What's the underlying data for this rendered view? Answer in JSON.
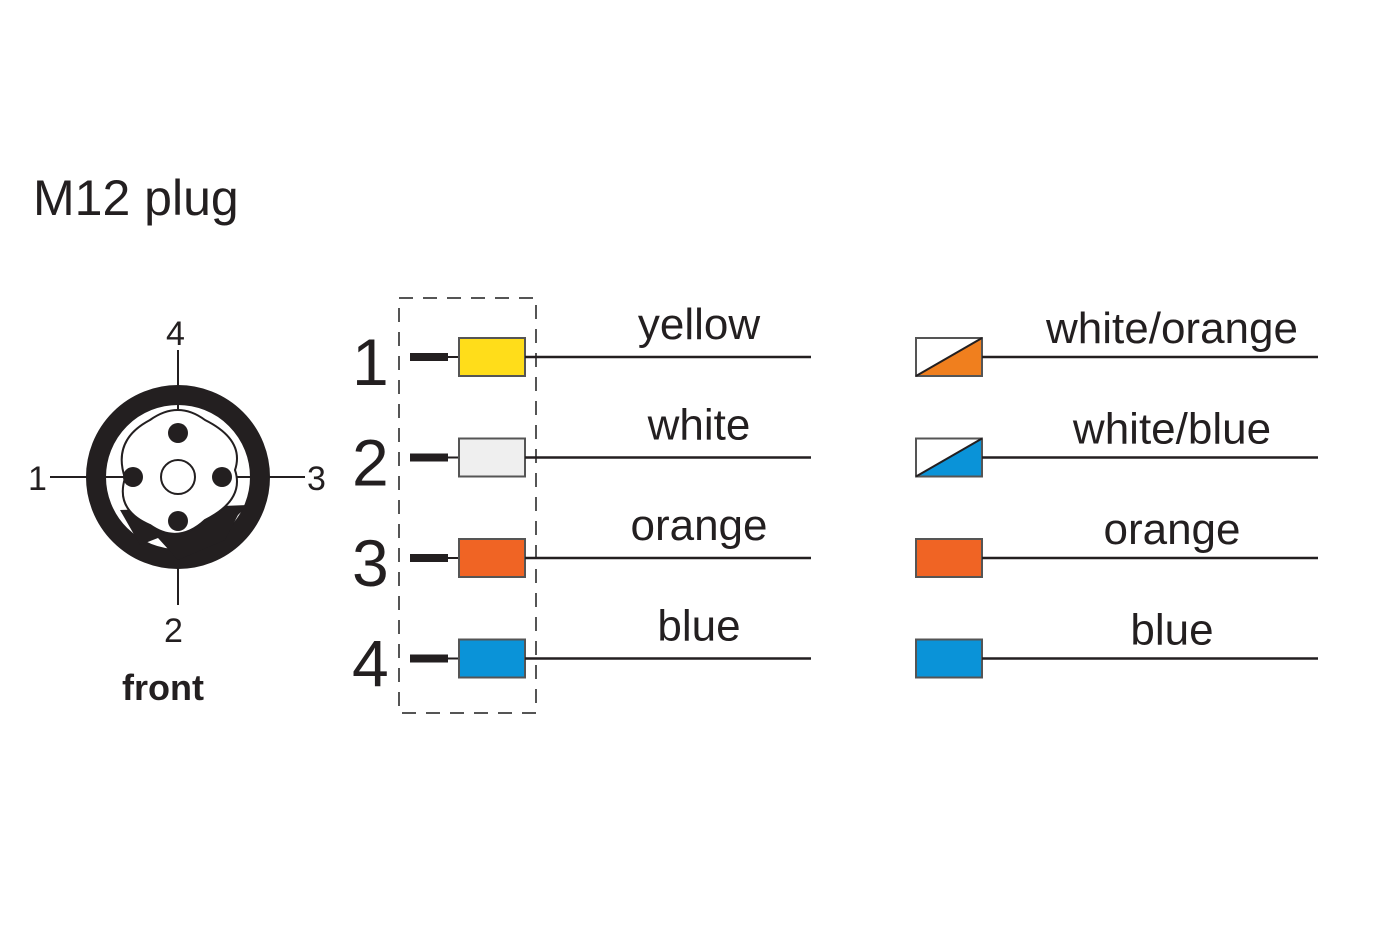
{
  "title": "M12 plug",
  "connector": {
    "caption": "front",
    "pin_labels": {
      "top": "4",
      "left": "1",
      "right": "3",
      "bottom": "2"
    }
  },
  "wires": [
    {
      "pin": "1",
      "left_label": "yellow",
      "left_color": "#FFDD1A",
      "right_label": "white/orange",
      "right_color": "#F07F1E",
      "right_split": true
    },
    {
      "pin": "2",
      "left_label": "white",
      "left_color": "#EFEFEF",
      "right_label": "white/blue",
      "right_color": "#0A93D8",
      "right_split": true
    },
    {
      "pin": "3",
      "left_label": "orange",
      "left_color": "#F06424",
      "right_label": "orange",
      "right_color": "#F06424",
      "right_split": false
    },
    {
      "pin": "4",
      "left_label": "blue",
      "left_color": "#0A93D8",
      "right_label": "blue",
      "right_color": "#0A93D8",
      "right_split": false
    }
  ]
}
